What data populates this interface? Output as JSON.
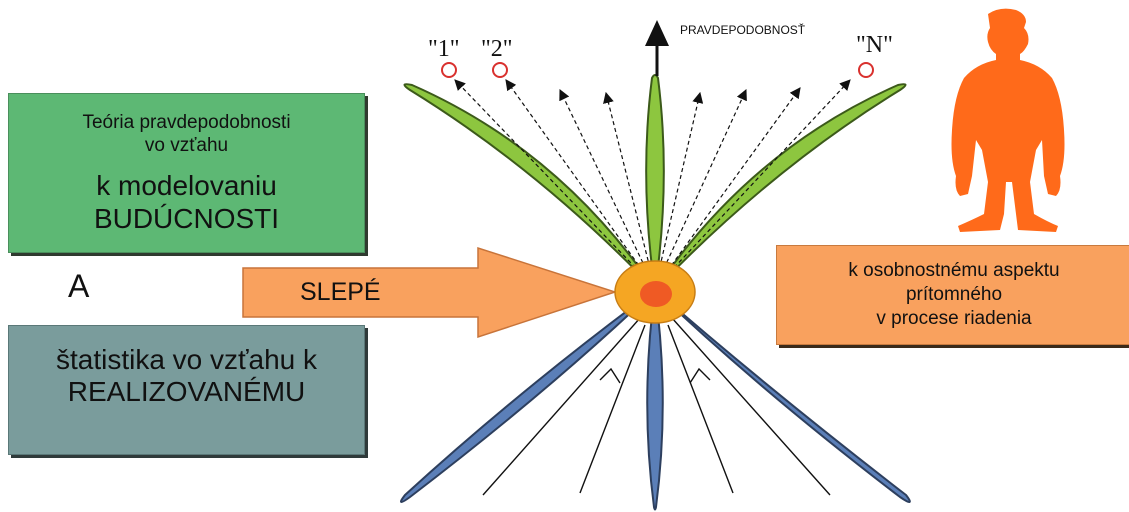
{
  "left_panel": {
    "green_box": {
      "line1": "Teória pravdepodobnosti",
      "line2": "vo vzťahu",
      "line3": "k modelovaniu",
      "line4": "BUDÚCNOSTI"
    },
    "connector": "A",
    "grey_box": {
      "line1": "štatistika vo vzťahu k",
      "line2": "REALIZOVANÉMU"
    }
  },
  "center": {
    "arrow_label": "SLEPÉ",
    "axis_label": "PRAVDEPODOBNOSŤ",
    "outcomes": [
      "\"1\"",
      "\"2\"",
      "\"N\""
    ]
  },
  "right_panel": {
    "orange_box": {
      "line1": "k osobnostnému aspektu",
      "line2": "prítomného",
      "line3": "v procese riadenia"
    },
    "person_icon": "soldier-silhouette-icon"
  },
  "colors": {
    "green_box": "#5db874",
    "grey_box": "#7a9c9c",
    "orange_box": "#f9a15e",
    "green_petal": "#8dc63f",
    "blue_petal": "#5b7fb8",
    "center_outer": "#f5a623",
    "center_inner": "#ef5a24",
    "person": "#ff6a1a",
    "arrow_fill": "#f9a15e",
    "outcome_circle": "#d9312e"
  }
}
